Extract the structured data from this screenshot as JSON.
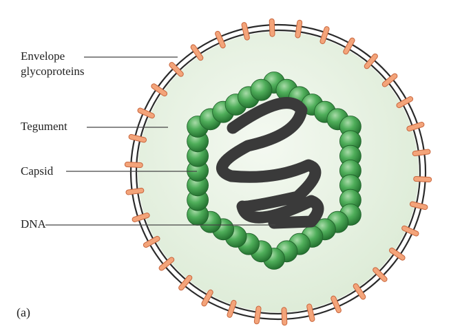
{
  "labels": {
    "envelope_line1": "Envelope",
    "envelope_line2": "glycoproteins",
    "tegument": "Tegument",
    "capsid": "Capsid",
    "dna": "DNA",
    "panel": "(a)"
  },
  "colors": {
    "envelope_membrane": "#2a2a2a",
    "glycoprotein_fill": "#f3a47a",
    "glycoprotein_stroke": "#c8653c",
    "tegument_fill": "#e7f1e3",
    "capsomer_fill": "#3e9a4c",
    "capsomer_highlight": "#a8dba8",
    "dna": "#3a3a3a",
    "leader_line": "#444444",
    "label_text": "#222222"
  },
  "structure": {
    "glycoprotein_count": 34,
    "capsomer_count": 36
  }
}
